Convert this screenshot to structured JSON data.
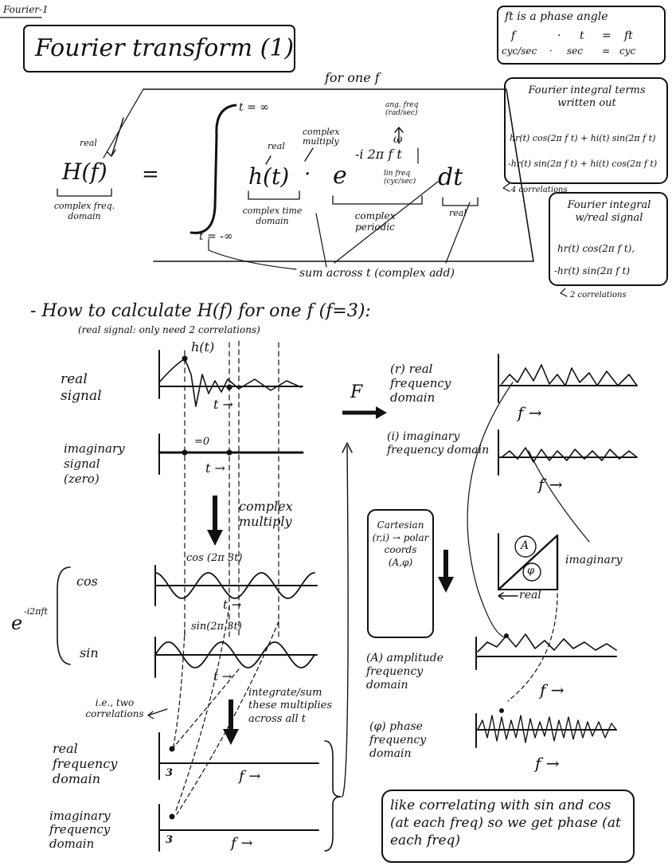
{
  "page_id": "Fourier-1",
  "title": "Fourier transform (1)",
  "phase_box": {
    "heading": "ft is a phase angle",
    "row1": [
      "f",
      "·",
      "t",
      "=",
      "ft"
    ],
    "row2": [
      "cyc/sec",
      "·",
      "sec",
      "=",
      "cyc"
    ]
  },
  "integral_box": {
    "heading": "Fourier integral terms written out",
    "line1": "hr(t) cos(2π f t) + hi(t) sin(2π f t)",
    "line2": "-hr(t) sin(2π f t) + hi(t) cos(2π f t)",
    "note": "4 correlations"
  },
  "real_signal_box": {
    "heading": "Fourier integral w/real signal",
    "line1": "hr(t) cos(2π f t),",
    "line2": "-hr(t) sin(2π f t)",
    "note": "2 correlations"
  },
  "equation": {
    "top_label": "for one f",
    "upper_limit": "t = ∞",
    "lower_limit": "t = -∞",
    "lhs": "H(f)",
    "equals": "=",
    "h_t": "h(t)",
    "dot": "·",
    "exp_base": "e",
    "exp_power": "-i 2π f t",
    "dt": "dt",
    "labels": {
      "real_lhs": "real",
      "real_h": "real",
      "complex_multiply": "complex multiply",
      "ang_freq": "ang. freq (rad/sec)",
      "omega": "ω",
      "lin_freq": "lin freq (cyc/sec)",
      "complex_freq_domain": "complex freq. domain",
      "complex_time_domain": "complex time domain",
      "complex_periodic": "complex periodic",
      "real_dt": "real",
      "sum_across": "sum across t (complex add)"
    }
  },
  "section": {
    "heading": "- How to calculate H(f) for one f (f=3):",
    "subheading": "(real signal: only need 2 correlations)"
  },
  "left_column": {
    "h_t_label": "h(t)",
    "real_signal": "real signal",
    "imag_signal": "imaginary signal (zero)",
    "imag_zero": "=0",
    "t_arrow_1": "t →",
    "t_arrow_2": "t →",
    "complex_multiply": "complex multiply",
    "exp_label": "e",
    "exp_power": "-i2πft",
    "cos_label": "cos",
    "sin_label": "sin",
    "cos_curve_label": "cos (2π 3t)",
    "sin_curve_label": "sin(2π 3t)",
    "t_arrow_3": "t →",
    "t_arrow_4": "t →",
    "two_correlations": "i.e., two correlations",
    "integrate_sum": "integrate/sum these multiplies across all t",
    "real_freq_domain": "real frequency domain",
    "imag_freq_domain": "imaginary frequency domain",
    "tick_3a": "3",
    "tick_3b": "3",
    "f_arrow_a": "f →",
    "f_arrow_b": "f →"
  },
  "right_column": {
    "F_label": "F",
    "real_freq": "(r) real frequency domain",
    "imag_freq": "(i) imaginary frequency domain",
    "f_arrow_1": "f →",
    "f_arrow_2": "f →",
    "cartesian_box": "Cartesian (r,i) → polar coords (A,φ)",
    "A": "A",
    "phi": "φ",
    "imaginary": "imaginary",
    "real": "real",
    "amp_domain": "(A) amplitude frequency domain",
    "phase_domain": "(φ) phase frequency domain",
    "f_arrow_3": "f →",
    "f_arrow_4": "f →",
    "bottom_note": "like correlating with sin and cos (at each freq) so we get phase (at each freq)"
  }
}
